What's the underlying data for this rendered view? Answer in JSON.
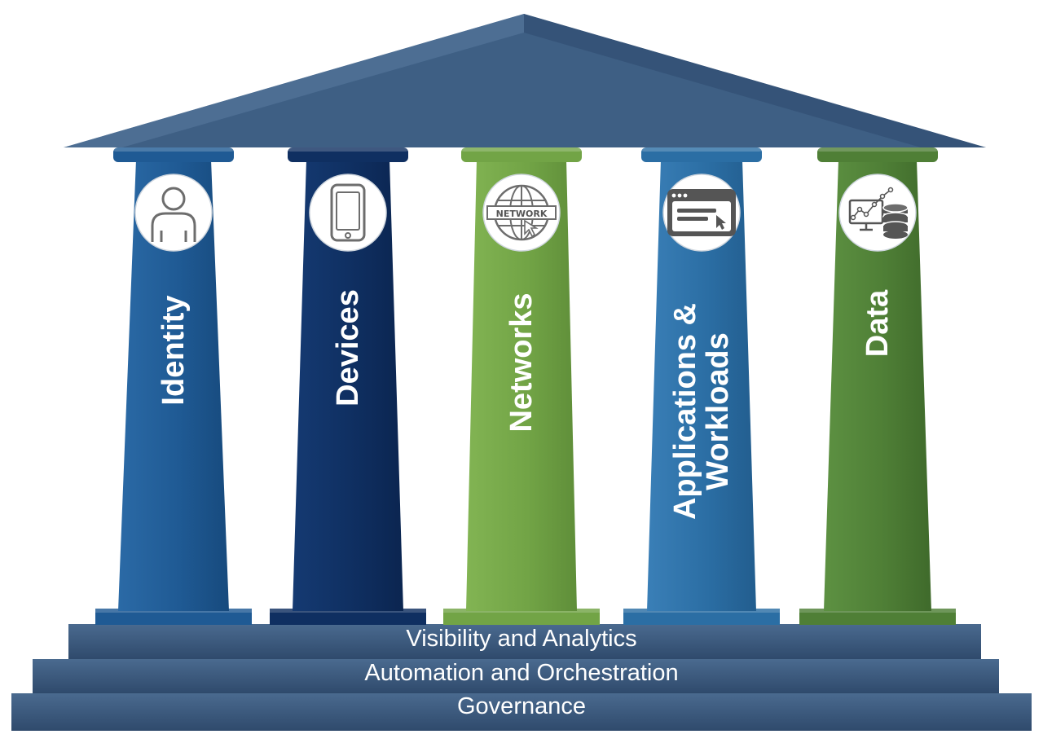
{
  "pillars": [
    {
      "id": "identity",
      "label": "Identity",
      "icon": "user-icon",
      "color": "#1f5a94"
    },
    {
      "id": "devices",
      "label": "Devices",
      "icon": "smartphone-icon",
      "color": "#0f2f61"
    },
    {
      "id": "networks",
      "label": "Networks",
      "icon": "network-globe-icon",
      "icon_text": "NETWORK",
      "color": "#72a446"
    },
    {
      "id": "applications",
      "label_lines": [
        "Applications &",
        "Workloads"
      ],
      "icon": "browser-window-icon",
      "color": "#2b6ea4"
    },
    {
      "id": "data",
      "label": "Data",
      "icon": "database-chart-icon",
      "color": "#4f7f36"
    }
  ],
  "foundation": [
    {
      "id": "visibility",
      "label": "Visibility and Analytics"
    },
    {
      "id": "automation",
      "label": "Automation and Orchestration"
    },
    {
      "id": "governance",
      "label": "Governance"
    }
  ],
  "colors": {
    "roof": "#3e5f84",
    "steps": "#3b5678"
  }
}
